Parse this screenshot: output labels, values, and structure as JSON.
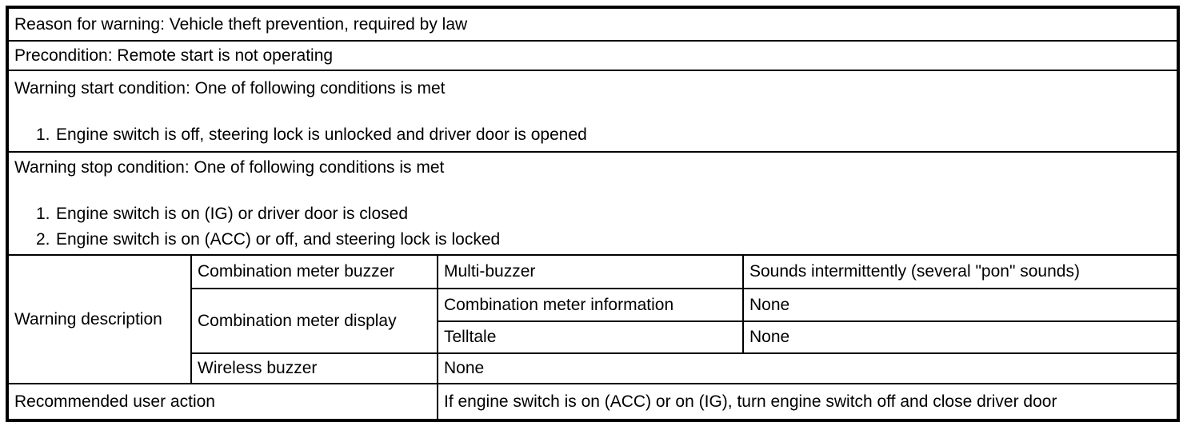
{
  "colors": {
    "background": "#ffffff",
    "border": "#000000",
    "text": "#000000"
  },
  "table": {
    "reason_row": "Reason for warning: Vehicle theft prevention, required by law",
    "precondition_row": "Precondition: Remote start is not operating",
    "warning_start": {
      "header": "Warning start condition: One of following conditions is met",
      "items": [
        {
          "num": "1.",
          "text": "Engine switch is off, steering lock is unlocked and driver door is opened"
        }
      ]
    },
    "warning_stop": {
      "header": "Warning stop condition: One of following conditions is met",
      "items": [
        {
          "num": "1.",
          "text": "Engine switch is on (IG) or driver door is closed"
        },
        {
          "num": "2.",
          "text": "Engine switch is on (ACC) or off, and steering lock is locked"
        }
      ]
    },
    "warning_description": {
      "row_label": "Warning description",
      "combination_meter_buzzer": {
        "device": "Combination meter buzzer",
        "channel": "Multi-buzzer",
        "behavior": "Sounds intermittently (several \"pon\" sounds)"
      },
      "combination_meter_display": {
        "device": "Combination meter display",
        "information_channel": "Combination meter information",
        "information_value": "None",
        "telltale_channel": "Telltale",
        "telltale_value": "None"
      },
      "wireless_buzzer": {
        "device": "Wireless buzzer",
        "value": "None"
      }
    },
    "recommended_action": {
      "label": "Recommended user action",
      "value": "If engine switch is on (ACC) or on (IG), turn engine switch off and close driver door"
    }
  }
}
